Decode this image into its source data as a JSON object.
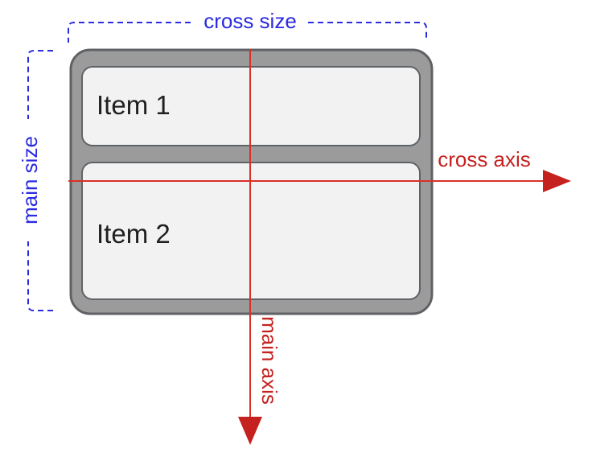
{
  "diagram": {
    "title": "flexbox axes and sizes diagram",
    "items": [
      {
        "label": "Item 1"
      },
      {
        "label": "Item 2"
      }
    ],
    "annotations": {
      "cross_size": "cross size",
      "main_size": "main size",
      "cross_axis": "cross axis",
      "main_axis": "main axis"
    }
  },
  "colors": {
    "blue": "#2b2be0",
    "red": "#c5221f",
    "red_line": "#d93025",
    "container_fill": "#9b9b9b",
    "container_border": "#5f6165",
    "item_fill": "#f2f2f2",
    "item_border": "#5f6368",
    "item_text": "#1f1f1f"
  }
}
